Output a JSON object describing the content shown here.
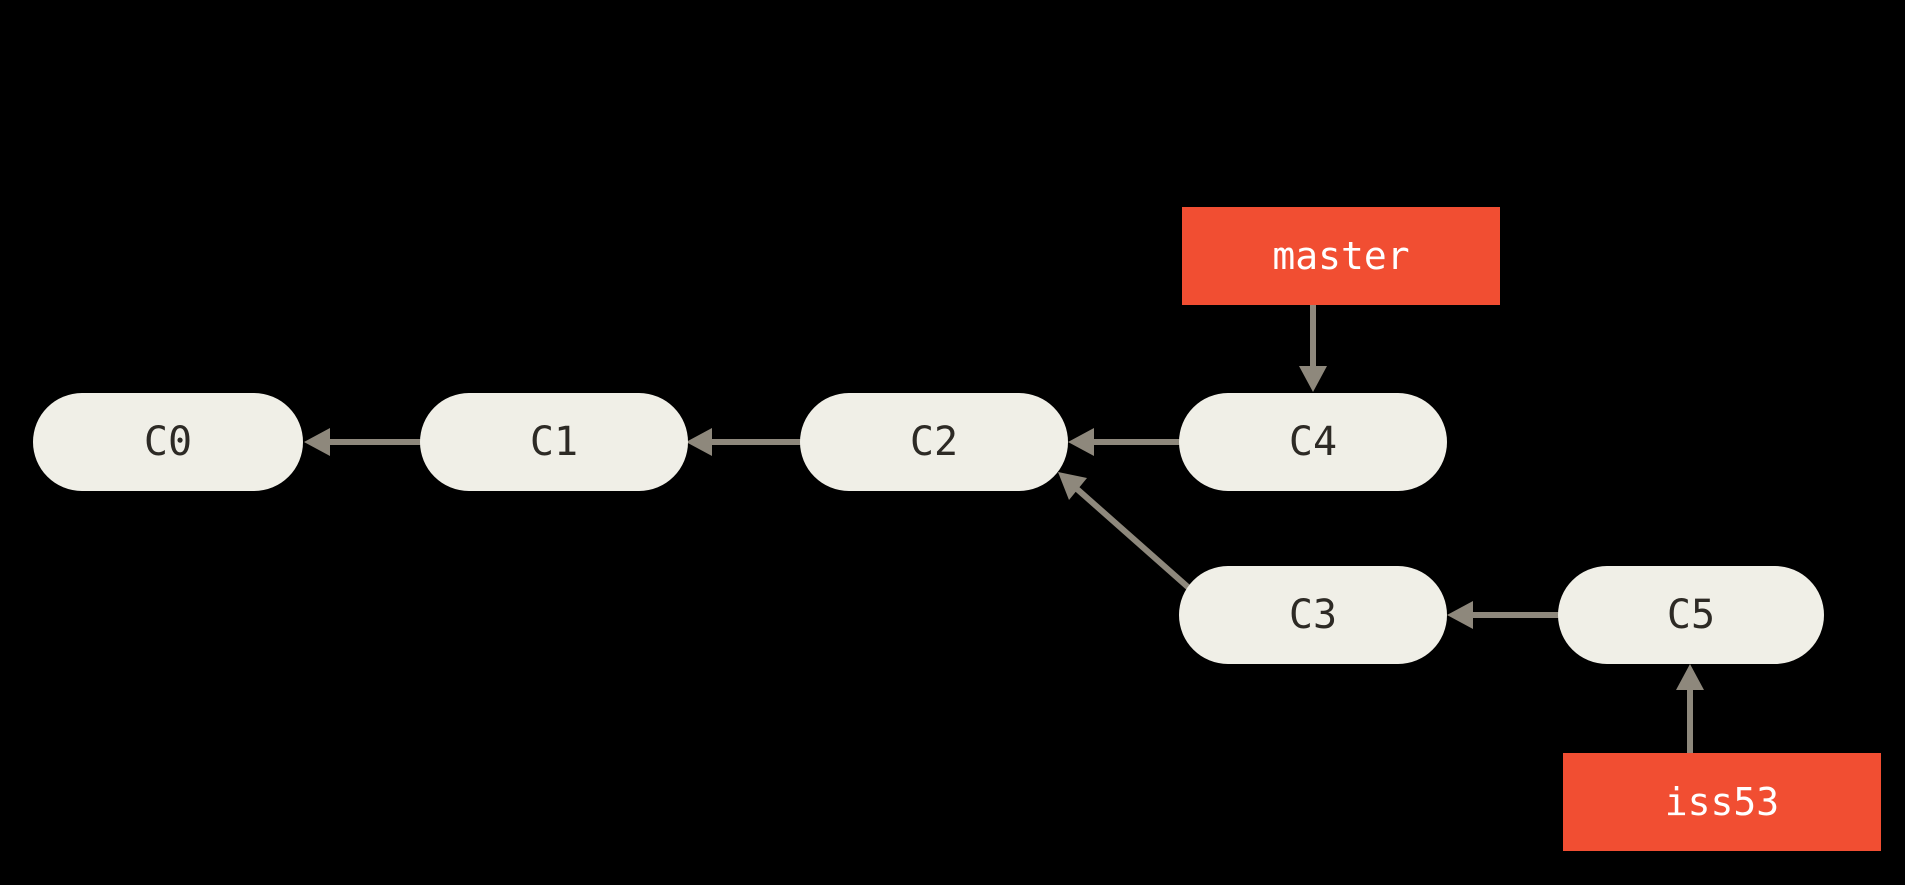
{
  "diagram": {
    "type": "git-commit-graph",
    "background_color": "#000000",
    "colors": {
      "commit_fill": "#f0efe7",
      "commit_text": "#2d2a25",
      "branch_fill": "#f14e32",
      "branch_text": "#ffffff",
      "arrow": "#8e887c"
    },
    "commits": [
      {
        "id": "C0",
        "label": "C0",
        "parent": null,
        "row": "main"
      },
      {
        "id": "C1",
        "label": "C1",
        "parent": "C0",
        "row": "main"
      },
      {
        "id": "C2",
        "label": "C2",
        "parent": "C1",
        "row": "main"
      },
      {
        "id": "C3",
        "label": "C3",
        "parent": "C2",
        "row": "topic"
      },
      {
        "id": "C4",
        "label": "C4",
        "parent": "C2",
        "row": "main"
      },
      {
        "id": "C5",
        "label": "C5",
        "parent": "C3",
        "row": "topic"
      }
    ],
    "branches": [
      {
        "name": "master",
        "points_to": "C4",
        "position": "above"
      },
      {
        "name": "iss53",
        "points_to": "C5",
        "position": "below"
      }
    ],
    "edges": [
      {
        "from": "C1",
        "to": "C0",
        "kind": "parent"
      },
      {
        "from": "C2",
        "to": "C1",
        "kind": "parent"
      },
      {
        "from": "C4",
        "to": "C2",
        "kind": "parent"
      },
      {
        "from": "C3",
        "to": "C2",
        "kind": "parent"
      },
      {
        "from": "C5",
        "to": "C3",
        "kind": "parent"
      },
      {
        "from": "master",
        "to": "C4",
        "kind": "branch-pointer"
      },
      {
        "from": "iss53",
        "to": "C5",
        "kind": "branch-pointer"
      }
    ]
  }
}
